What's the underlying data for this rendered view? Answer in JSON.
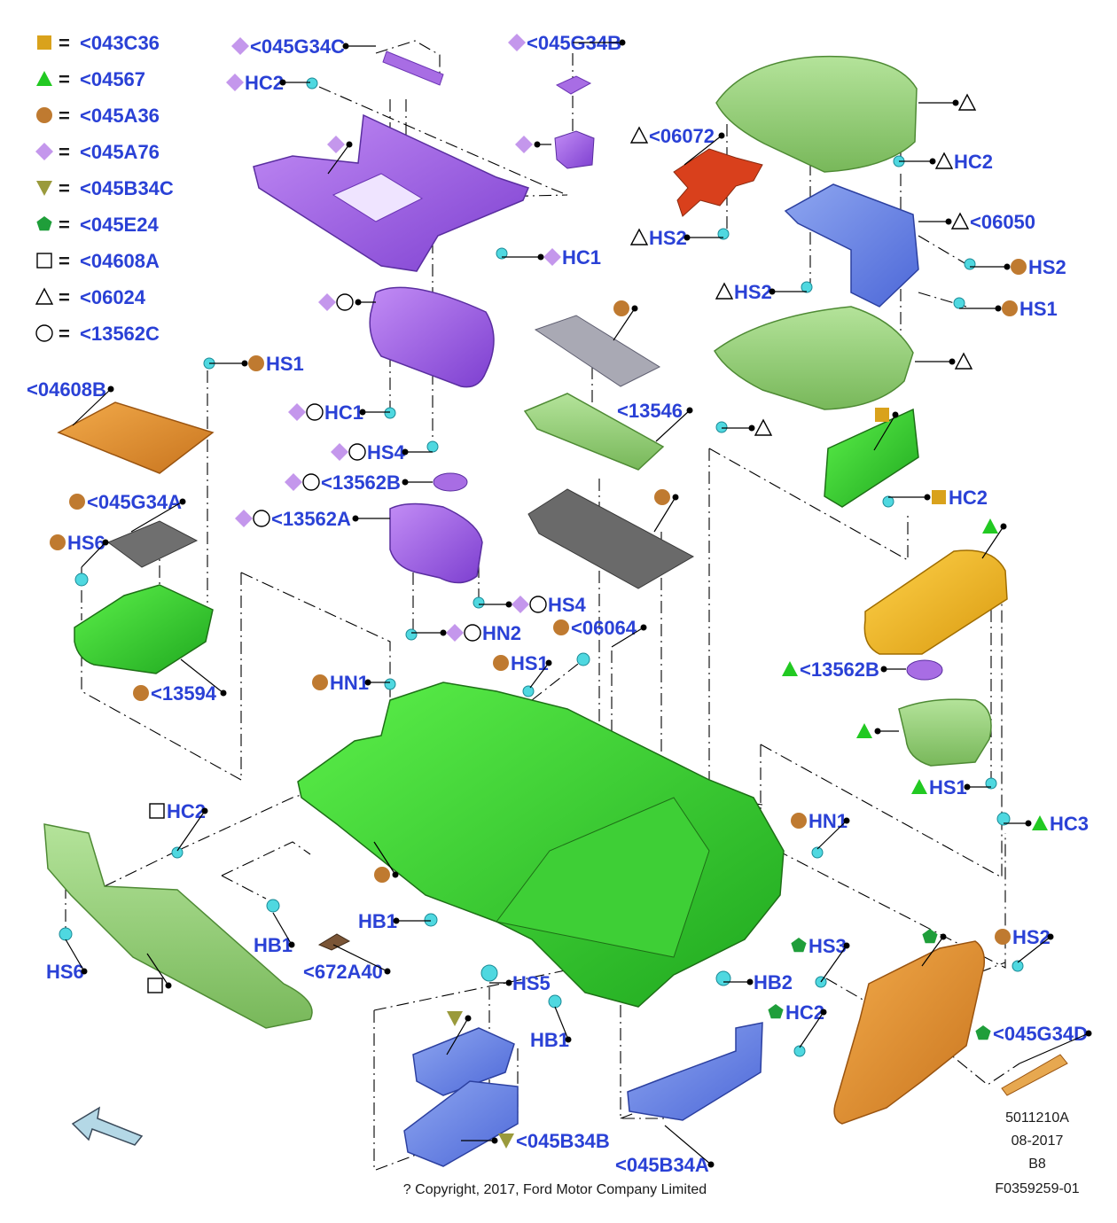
{
  "legend": [
    {
      "symbol": "square-filled",
      "color": "#d9a21c",
      "code": "<043C36"
    },
    {
      "symbol": "triangle-filled",
      "color": "#22c922",
      "code": "<04567"
    },
    {
      "symbol": "circle-filled",
      "color": "#bf7a30",
      "code": "<045A36"
    },
    {
      "symbol": "diamond-filled",
      "color": "#c497ec",
      "code": "<045A76"
    },
    {
      "symbol": "triangle-down-filled",
      "color": "#9a9a3c",
      "code": "<045B34C"
    },
    {
      "symbol": "pentagon-filled",
      "color": "#1f9e3a",
      "code": "<045E24"
    },
    {
      "symbol": "square-open",
      "color": "#000000",
      "code": "<04608A"
    },
    {
      "symbol": "triangle-open",
      "color": "#000000",
      "code": "<06024"
    },
    {
      "symbol": "circle-open",
      "color": "#000000",
      "code": "<13562C"
    }
  ],
  "legend_equals": "=",
  "callouts": [
    {
      "id": "c1",
      "text": "<045G34C",
      "icons": [
        "diamond"
      ]
    },
    {
      "id": "c2",
      "text": "HC2",
      "icons": [
        "diamond"
      ]
    },
    {
      "id": "c3",
      "text": "<045G34B",
      "icons": [
        "diamond"
      ]
    },
    {
      "id": "c4",
      "text": "",
      "icons": [
        "diamond"
      ]
    },
    {
      "id": "c5",
      "text": "",
      "icons": [
        "diamond"
      ]
    },
    {
      "id": "c6",
      "text": "HC1",
      "icons": [
        "diamond"
      ]
    },
    {
      "id": "c7",
      "text": "",
      "icons": [
        "diamond",
        "circle-open"
      ]
    },
    {
      "id": "c8",
      "text": "HC1",
      "icons": [
        "diamond",
        "circle-open"
      ]
    },
    {
      "id": "c9",
      "text": "HS4",
      "icons": [
        "diamond",
        "circle-open"
      ]
    },
    {
      "id": "c10",
      "text": "<13562B",
      "icons": [
        "diamond",
        "circle-open"
      ]
    },
    {
      "id": "c11",
      "text": "<13562A",
      "icons": [
        "diamond",
        "circle-open"
      ]
    },
    {
      "id": "c12",
      "text": "HS4",
      "icons": [
        "diamond",
        "circle-open"
      ]
    },
    {
      "id": "c13",
      "text": "HN2",
      "icons": [
        "diamond",
        "circle-open"
      ]
    },
    {
      "id": "c14",
      "text": "<06072",
      "icons": [
        "triangle-open"
      ]
    },
    {
      "id": "c15",
      "text": "HS2",
      "icons": [
        "triangle-open"
      ]
    },
    {
      "id": "c16",
      "text": "",
      "icons": [
        "triangle-open"
      ]
    },
    {
      "id": "c17",
      "text": "HC2",
      "icons": [
        "triangle-open"
      ]
    },
    {
      "id": "c18",
      "text": "<06050",
      "icons": [
        "triangle-open"
      ]
    },
    {
      "id": "c19",
      "text": "HS2",
      "icons": [
        "circle"
      ]
    },
    {
      "id": "c20",
      "text": "HS1",
      "icons": [
        "circle"
      ]
    },
    {
      "id": "c21",
      "text": "HS2",
      "icons": [
        "triangle-open"
      ]
    },
    {
      "id": "c22",
      "text": "",
      "icons": [
        "triangle-open"
      ]
    },
    {
      "id": "c23",
      "text": "",
      "icons": [
        "triangle-open"
      ]
    },
    {
      "id": "c24",
      "text": "",
      "icons": [
        "circle"
      ]
    },
    {
      "id": "c25",
      "text": "<13546",
      "icons": []
    },
    {
      "id": "c26",
      "text": "",
      "icons": [
        "circle"
      ]
    },
    {
      "id": "c27",
      "text": "",
      "icons": [
        "square"
      ]
    },
    {
      "id": "c28",
      "text": "HC2",
      "icons": [
        "square"
      ]
    },
    {
      "id": "c29",
      "text": "HS1",
      "icons": [
        "circle"
      ]
    },
    {
      "id": "c30",
      "text": "<04608B",
      "icons": []
    },
    {
      "id": "c31",
      "text": "<045G34A",
      "icons": [
        "circle"
      ]
    },
    {
      "id": "c32",
      "text": "HS6",
      "icons": [
        "circle"
      ]
    },
    {
      "id": "c33",
      "text": "<13594",
      "icons": [
        "circle"
      ]
    },
    {
      "id": "c34",
      "text": "<06064",
      "icons": [
        "circle"
      ]
    },
    {
      "id": "c35",
      "text": "HS1",
      "icons": [
        "circle"
      ]
    },
    {
      "id": "c36",
      "text": "HN1",
      "icons": [
        "circle"
      ]
    },
    {
      "id": "c37",
      "text": "",
      "icons": [
        "triangle"
      ]
    },
    {
      "id": "c38",
      "text": "<13562B",
      "icons": [
        "triangle"
      ]
    },
    {
      "id": "c39",
      "text": "",
      "icons": [
        "triangle"
      ]
    },
    {
      "id": "c40",
      "text": "HS1",
      "icons": [
        "triangle"
      ]
    },
    {
      "id": "c41",
      "text": "HC3",
      "icons": [
        "triangle"
      ]
    },
    {
      "id": "c42",
      "text": "HN1",
      "icons": [
        "circle"
      ]
    },
    {
      "id": "c43",
      "text": "HC2",
      "icons": [
        "square-open"
      ]
    },
    {
      "id": "c44",
      "text": "",
      "icons": [
        "circle"
      ]
    },
    {
      "id": "c45",
      "text": "HB1",
      "icons": []
    },
    {
      "id": "c46",
      "text": "HB1",
      "icons": []
    },
    {
      "id": "c47",
      "text": "<672A40",
      "icons": []
    },
    {
      "id": "c48",
      "text": "HS6",
      "icons": []
    },
    {
      "id": "c49",
      "text": "",
      "icons": [
        "square-open"
      ]
    },
    {
      "id": "c50",
      "text": "HS5",
      "icons": []
    },
    {
      "id": "c51",
      "text": "HB1",
      "icons": []
    },
    {
      "id": "c52",
      "text": "HB2",
      "icons": []
    },
    {
      "id": "c53",
      "text": "HS3",
      "icons": [
        "pentagon"
      ]
    },
    {
      "id": "c54",
      "text": "HC2",
      "icons": [
        "pentagon"
      ]
    },
    {
      "id": "c55",
      "text": "",
      "icons": [
        "pentagon"
      ]
    },
    {
      "id": "c56",
      "text": "HS2",
      "icons": [
        "circle"
      ]
    },
    {
      "id": "c57",
      "text": "<045G34D",
      "icons": [
        "pentagon"
      ]
    },
    {
      "id": "c58",
      "text": "",
      "icons": [
        "triangle-down"
      ]
    },
    {
      "id": "c59",
      "text": "<045B34B",
      "icons": [
        "triangle-down"
      ]
    },
    {
      "id": "c60",
      "text": "<045B34A",
      "icons": []
    }
  ],
  "footer": {
    "code": "5011210A",
    "date": "08-2017",
    "rev": "B8",
    "ref": "F0359259-01",
    "copyright": "? Copyright, 2017, Ford Motor Company Limited"
  },
  "colors": {
    "label": "#2a41d6",
    "orange": "#bf7a30",
    "lavender": "#c497ec",
    "green": "#22c922",
    "gold": "#d9a21c",
    "olive": "#9a9a3c",
    "pentagon": "#1f9e3a"
  }
}
